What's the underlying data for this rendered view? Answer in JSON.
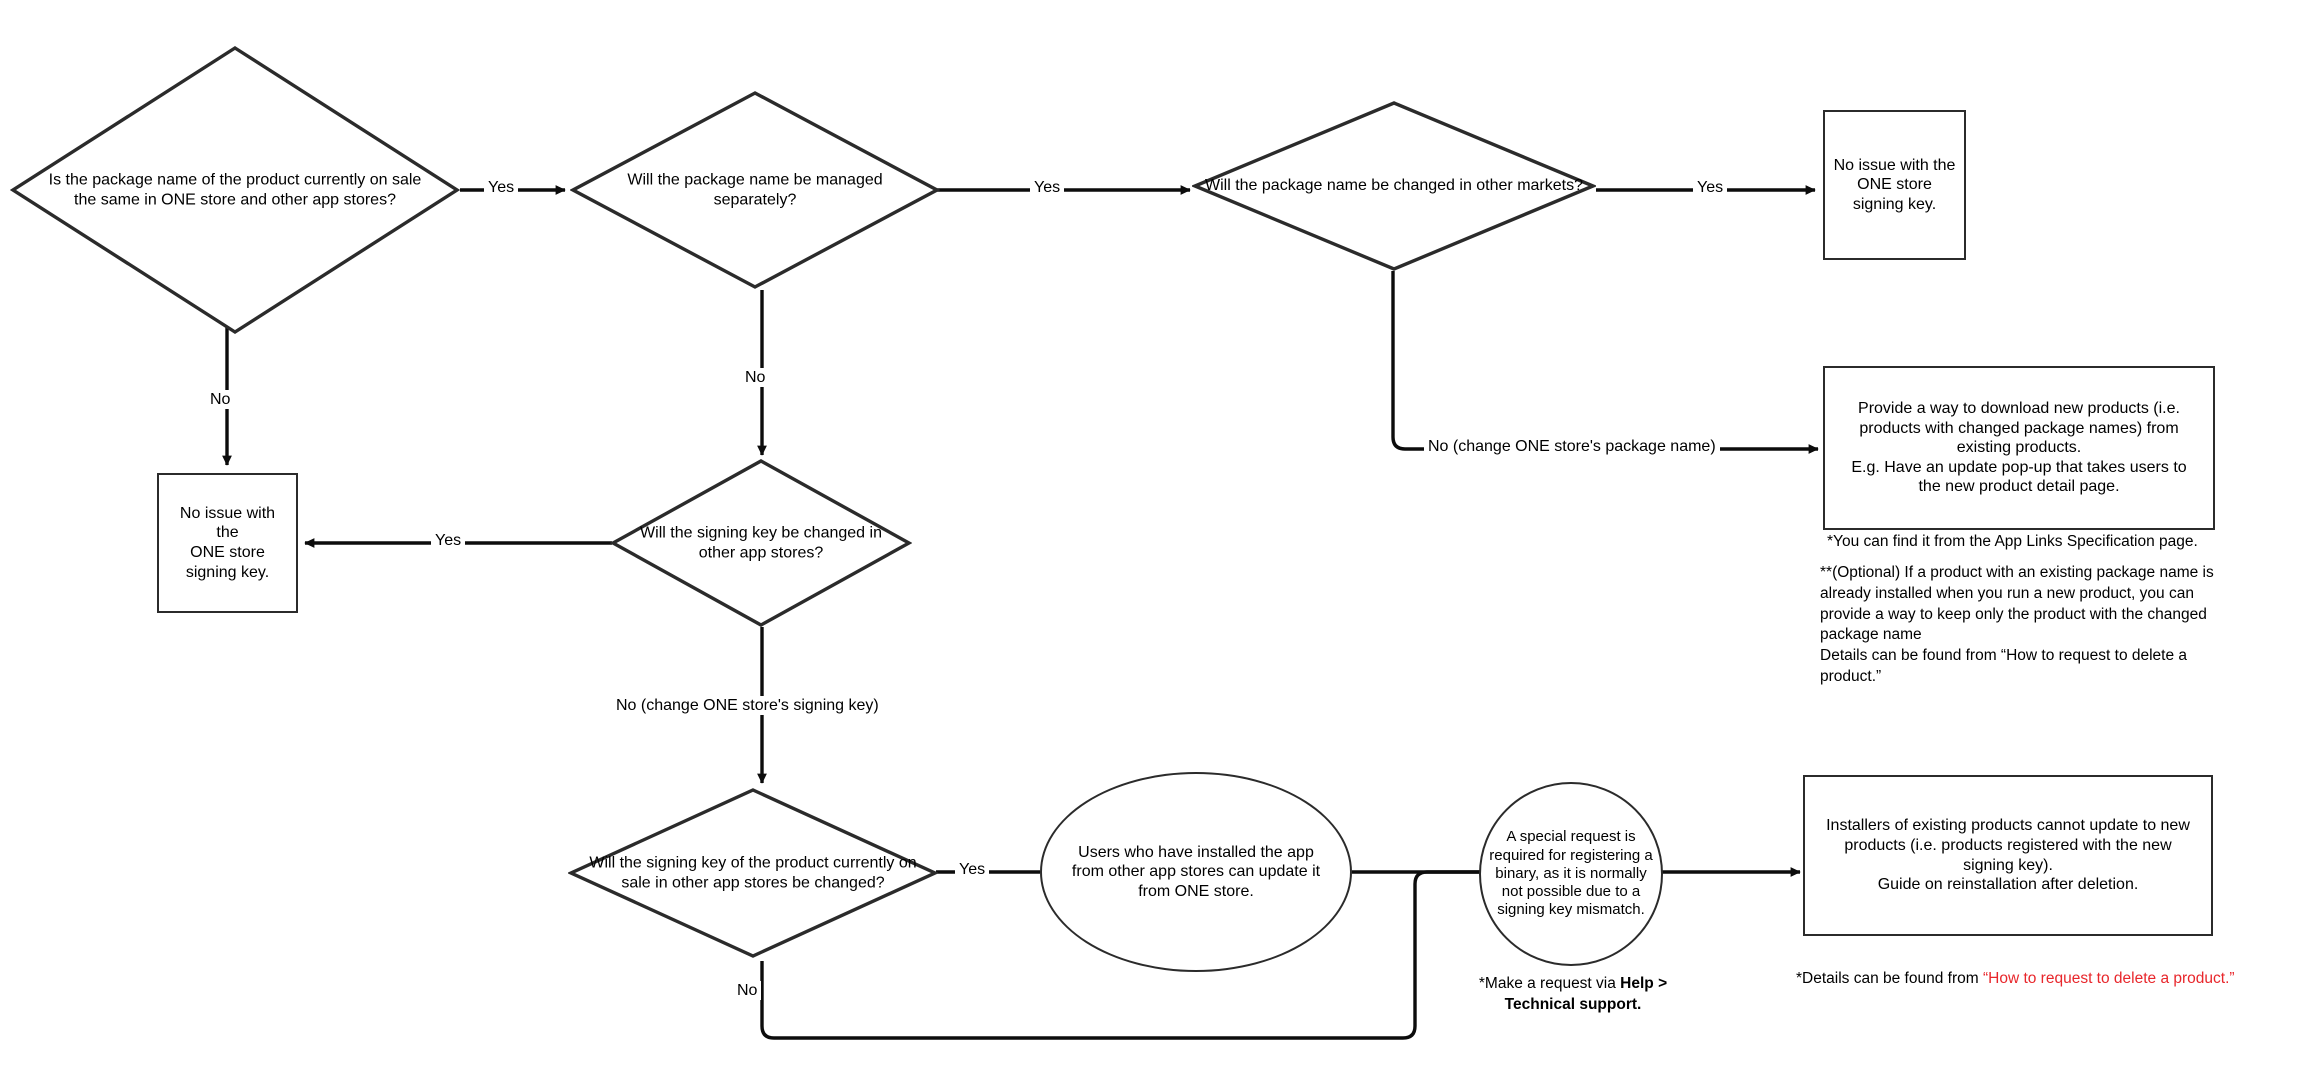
{
  "diagram": {
    "type": "flowchart",
    "title": "ONE store package name and signing key decision flow",
    "background": "#ffffff",
    "stroke_color": "#2b2b2b",
    "accent_red": "#e8262b"
  },
  "nodes": {
    "d1": {
      "shape": "diamond",
      "line1": "Is the package name of the product currently on sale",
      "line2": "the same in ONE store and other app stores?"
    },
    "d2": {
      "shape": "diamond",
      "line1": "Will the package name be managed",
      "line2": "separately?"
    },
    "d3": {
      "shape": "diamond",
      "line1": "Will the package name be changed in other markets?"
    },
    "d4": {
      "shape": "diamond",
      "line1": "Will the signing key be changed in",
      "line2": "other app stores?"
    },
    "d5": {
      "shape": "diamond",
      "line1": "Will the signing key of the product currently on",
      "line2": "sale in other app stores be changed?"
    },
    "box_top_right": {
      "shape": "rect",
      "line1": "No issue with the",
      "line2": "ONE store",
      "line3": "signing key."
    },
    "box_mid_left": {
      "shape": "rect",
      "line1": "No issue with the",
      "line2": "ONE store",
      "line3": "signing key."
    },
    "box_provide": {
      "shape": "rect",
      "line1": "Provide a way to download new products (i.e.",
      "line2": "products with changed package names) from",
      "line3": "existing products.",
      "line4": "E.g. Have an update pop-up that takes users to",
      "line5": "the new product detail page."
    },
    "ellipse_users": {
      "shape": "ellipse",
      "line1": "Users who have installed the app",
      "line2": "from other app stores can update it",
      "line3": "from ONE store."
    },
    "circle_special": {
      "shape": "circle",
      "line1": "A special request is",
      "line2": "required for registering a",
      "line3": "binary, as it is normally",
      "line4": "not possible due to a",
      "line5": "signing key mismatch."
    },
    "box_installers": {
      "shape": "rect",
      "line1": "Installers of existing products cannot update to new",
      "line2": "products (i.e. products registered with the new",
      "line3": "signing key).",
      "line4": "Guide on reinstallation after deletion."
    }
  },
  "edges": {
    "d1_yes": "Yes",
    "d1_no": "No",
    "d2_yes": "Yes",
    "d2_no": "No",
    "d3_yes": "Yes",
    "d3_no": "No (change ONE store's package name)",
    "d4_yes": "Yes",
    "d4_no": "No (change ONE store's signing key)",
    "d5_yes": "Yes",
    "d5_no": "No"
  },
  "notes": {
    "applinks": "*You can find it from the App Links Specification page.",
    "optional": "**(Optional) If a product with an existing package name is already installed when you run a new product, you can provide a way to keep only the product with the changed package name\nDetails can be found from “How to request to delete a product.”",
    "support_prefix": "*Make a request via ",
    "support_bold": "Help > Technical support.",
    "details_prefix": "*Details can be found from ",
    "details_link": "“How to request to delete a product.”"
  }
}
